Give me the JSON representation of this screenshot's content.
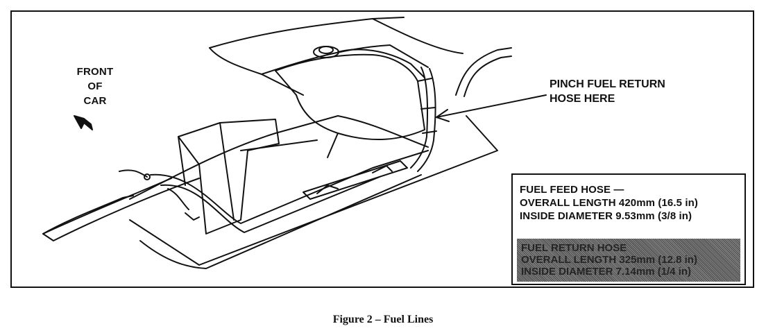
{
  "labels": {
    "front": [
      "FRONT",
      "OF",
      "CAR"
    ],
    "pinch": [
      "PINCH FUEL RETURN",
      "HOSE HERE"
    ]
  },
  "spec_box": {
    "feed": [
      "FUEL FEED HOSE —",
      "OVERALL LENGTH 420mm (16.5 in)",
      "INSIDE DIAMETER 9.53mm (3/8 in)"
    ],
    "return_obscured": [
      "FUEL RETURN HOSE",
      "OVERALL LENGTH 325mm (12.8 in)",
      "INSIDE DIAMETER 7.14mm (1/4 in)"
    ]
  },
  "caption": "Figure 2 – Fuel Lines"
}
